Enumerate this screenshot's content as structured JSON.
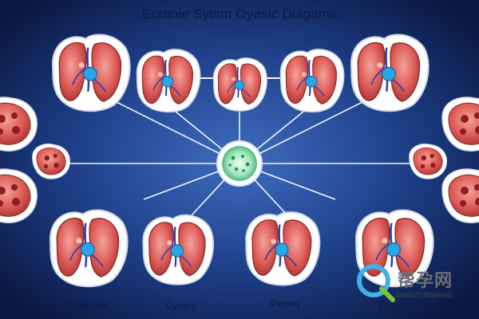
{
  "title": "Ecronie Sytsm Oyasic Diagams",
  "labels": {
    "bottom_left": "Ennectces",
    "bottom_center_left": "Oyoary",
    "bottom_center_right": "Pattery",
    "bottom_right": "Pateerts"
  },
  "watermark": {
    "cn": "帮孕网",
    "en": "BANGYUNWANG"
  },
  "colors": {
    "background_center": "#3a66b8",
    "background_edge": "#0a1740",
    "organ": "#e0605a",
    "organ_dark": "#b23a3a",
    "duct_blue": "#2aa6e6",
    "connector": "#ffffff",
    "hub_green": "#5fcf8a"
  },
  "icons": [
    "organ-icon",
    "hub-icon",
    "watermark-logo-icon"
  ]
}
